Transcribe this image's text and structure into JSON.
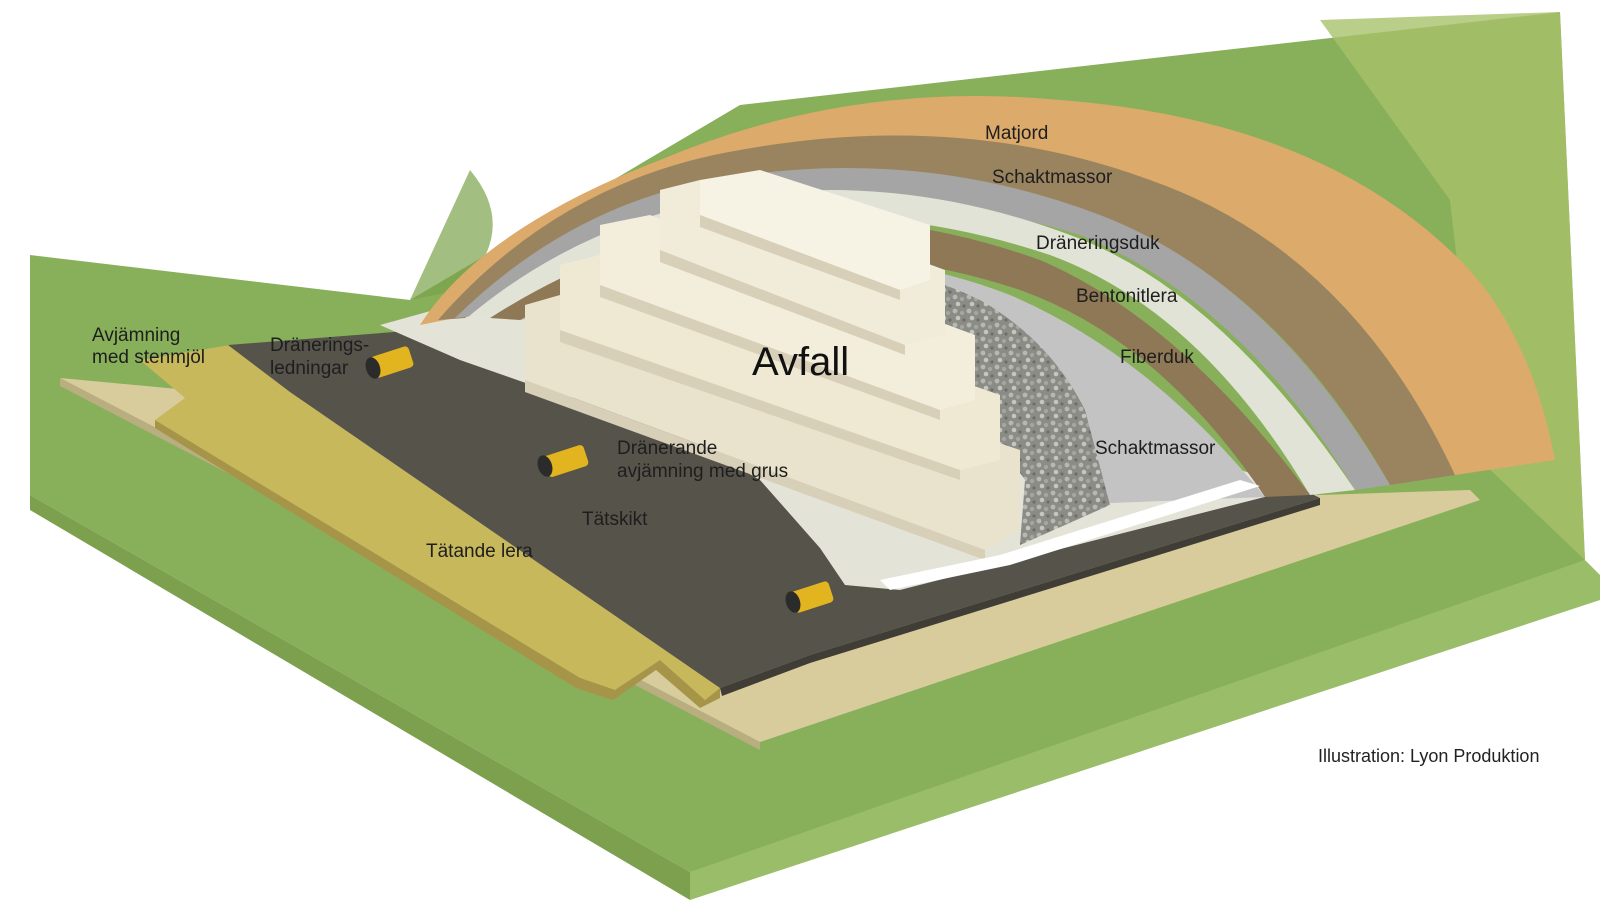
{
  "diagram": {
    "center_label": "Avfall",
    "layers": {
      "matjord": "Matjord",
      "schaktmassor_top": "Schaktmassor",
      "draneringsduk": "Dräneringsduk",
      "bentonitlera": "Bentonitlera",
      "fiberduk": "Fiberduk",
      "schaktmassor_inner": "Schaktmassor"
    },
    "base": {
      "avjamning_line1": "Avjämning",
      "avjamning_line2": "med stenmjöl",
      "draneringsledningar_line1": "Dränerings-",
      "draneringsledningar_line2": "ledningar",
      "dranerande_line1": "Dränerande",
      "dranerande_line2": "avjämning med grus",
      "tatskikt": "Tätskikt",
      "tatande_lera": "Tätande lera"
    },
    "credit": "Illustration: Lyon Produktion"
  },
  "colors": {
    "grass": "#88b05a",
    "grass_side": "#8fb864",
    "grass_light": "#a7c26a",
    "matjord": "#dcaa6a",
    "schaktmassor": "#9a8460",
    "draneringsduk": "#a5a5a5",
    "bentonitlera": "#e1e3d7",
    "fiberduk": "#8e7855",
    "inner_fill": "#c3c3c3",
    "gravel": "#8a8a85",
    "waste_light": "#f1ecda",
    "waste_shadow": "#d7cfb8",
    "liner": "#55534a",
    "clay": "#c8b85c",
    "base_sand": "#d8cc9c",
    "pipe": "#e2b41f"
  }
}
